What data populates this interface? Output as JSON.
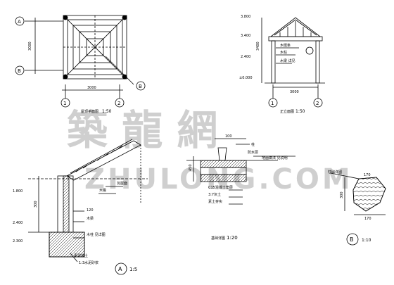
{
  "watermark": {
    "chars": "築 龍 網",
    "latin": "ZHULONG.COM"
  },
  "plan": {
    "grid_left": "A",
    "grid_right": "B",
    "grid_b": "B",
    "grid_1": "1",
    "grid_2": "2",
    "dim_side": "3000",
    "dim_bottom": "3000",
    "label": "屋顶平面图",
    "scale": "1:50"
  },
  "elevation": {
    "level_top": "3.800",
    "level_mid": "3.400",
    "level_low": "2.400",
    "level_base": "±0.000",
    "dim_side": "3400",
    "dim_bottom": "3000",
    "grid_1": "1",
    "grid_2": "2",
    "label": "正立面图",
    "scale": "1:50",
    "note_1": "木檩条",
    "note_2": "木柱",
    "note_3": "木梁 详见"
  },
  "detail_a": {
    "levels": [
      "1.800",
      "2.400",
      "2.300"
    ],
    "dim_a": "300",
    "dim_b": "120",
    "label_letter": "A",
    "scale": "1:5",
    "note_1": "瓦屋面",
    "note_2": "木椽",
    "note_3": "木梁",
    "note_4": "木柱 见详图",
    "note_5": "1:3水泥砂浆",
    "note_6": "素混凝土"
  },
  "section": {
    "dim_top": "100",
    "dim_left": "450",
    "label": "基础详图",
    "scale": "1:20",
    "note_1": "柱",
    "note_2": "C15混凝土垫层",
    "note_3": "3:7灰土",
    "note_4": "素土夯实",
    "note_5": "防水层",
    "note_6": "地面做法 见说明"
  },
  "detail_b": {
    "label": "柱础详图",
    "label_letter": "B",
    "scale": "1:10",
    "dim_h": "300",
    "dim_top": "170",
    "dim_bottom": "170"
  }
}
